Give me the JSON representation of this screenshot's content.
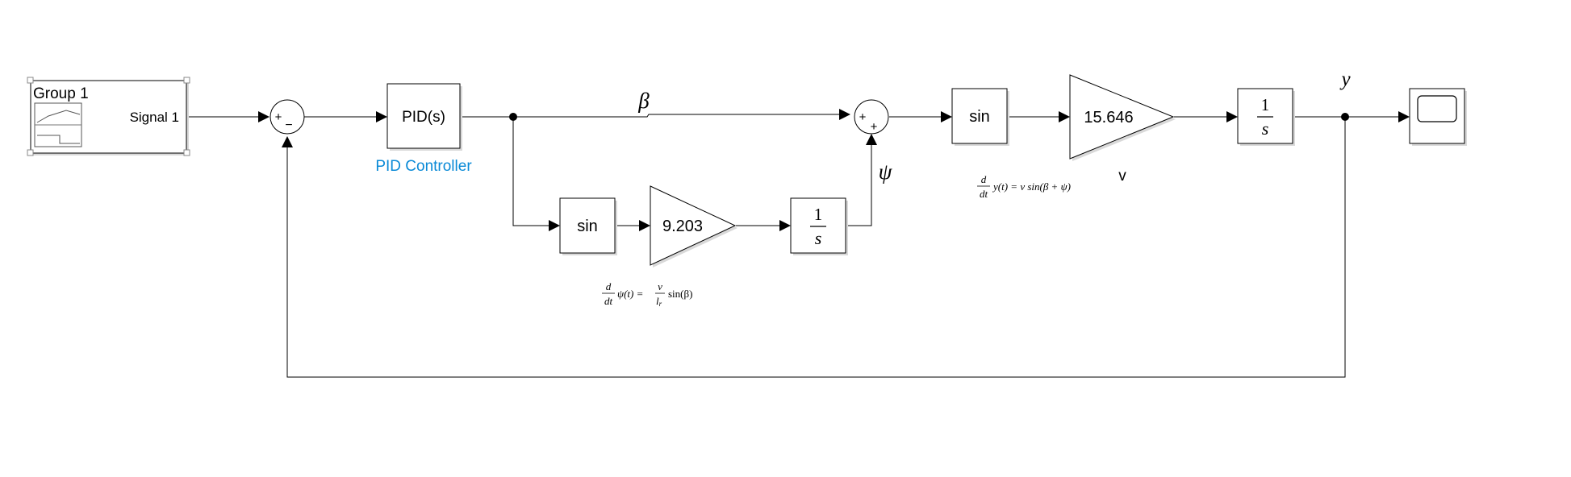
{
  "signal_builder": {
    "group_label": "Group 1",
    "signal_label": "Signal 1"
  },
  "sum1": {
    "plus": "+",
    "minus": "−"
  },
  "pid": {
    "label": "PID(s)",
    "caption": "PID Controller",
    "caption_color": "#0a8ad7"
  },
  "beta_label": "β",
  "psi_label": "ψ",
  "y_label": "y",
  "v_label": "v",
  "sin_lower": {
    "label": "sin"
  },
  "gain_lower": {
    "label": "9.203"
  },
  "integrator_lower": {
    "num": "1",
    "den": "s"
  },
  "sum2": {
    "plus_left": "+",
    "plus_bottom": "+"
  },
  "sin_upper": {
    "label": "sin"
  },
  "gain_upper": {
    "label": "15.646"
  },
  "integrator_upper": {
    "num": "1",
    "den": "s"
  },
  "eq_psi": {
    "d": "d",
    "dt": "dt",
    "lhs": "ψ(t) =",
    "v": "v",
    "lr": "l",
    "lr_sub": "r",
    "rhs": "sin(β)"
  },
  "eq_y": {
    "d": "d",
    "dt": "dt",
    "text": "y(t) = v sin(β + ψ)"
  },
  "colors": {
    "line": "#000000",
    "block_fill": "#ffffff",
    "accent": "#0a8ad7"
  }
}
